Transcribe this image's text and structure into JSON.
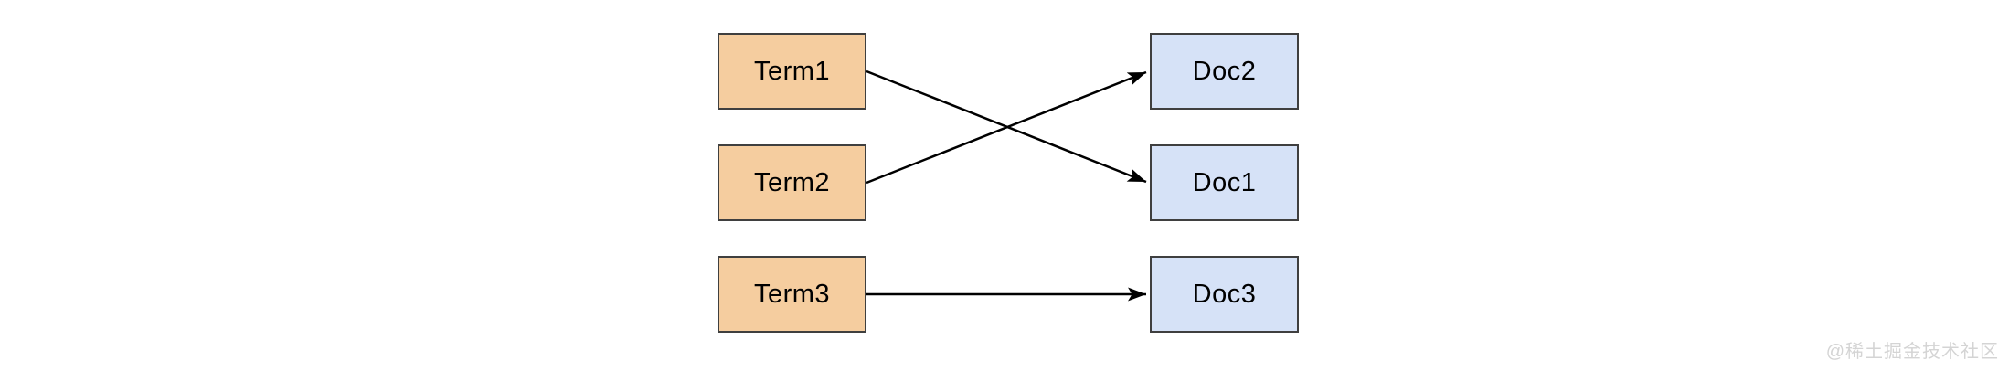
{
  "diagram": {
    "term_nodes": [
      {
        "id": "term1",
        "label": "Term1"
      },
      {
        "id": "term2",
        "label": "Term2"
      },
      {
        "id": "term3",
        "label": "Term3"
      }
    ],
    "doc_nodes": [
      {
        "id": "doc2",
        "label": "Doc2"
      },
      {
        "id": "doc1",
        "label": "Doc1"
      },
      {
        "id": "doc3",
        "label": "Doc3"
      }
    ],
    "edges": [
      {
        "from": "Term1",
        "to": "Doc1",
        "arrowhead": "filled-triangle"
      },
      {
        "from": "Term2",
        "to": "Doc2",
        "arrowhead": "filled-triangle"
      },
      {
        "from": "Term3",
        "to": "Doc3",
        "arrowhead": "filled-triangle"
      }
    ]
  },
  "colors": {
    "background": "#ffffff",
    "term_fill": "#f5cd9f",
    "doc_fill": "#d6e2f7",
    "box_border": "#3f3f3f",
    "arrow": "#000000",
    "watermark_text": "#d4d4d4"
  },
  "watermark": {
    "text": "@稀土掘金技术社区"
  }
}
